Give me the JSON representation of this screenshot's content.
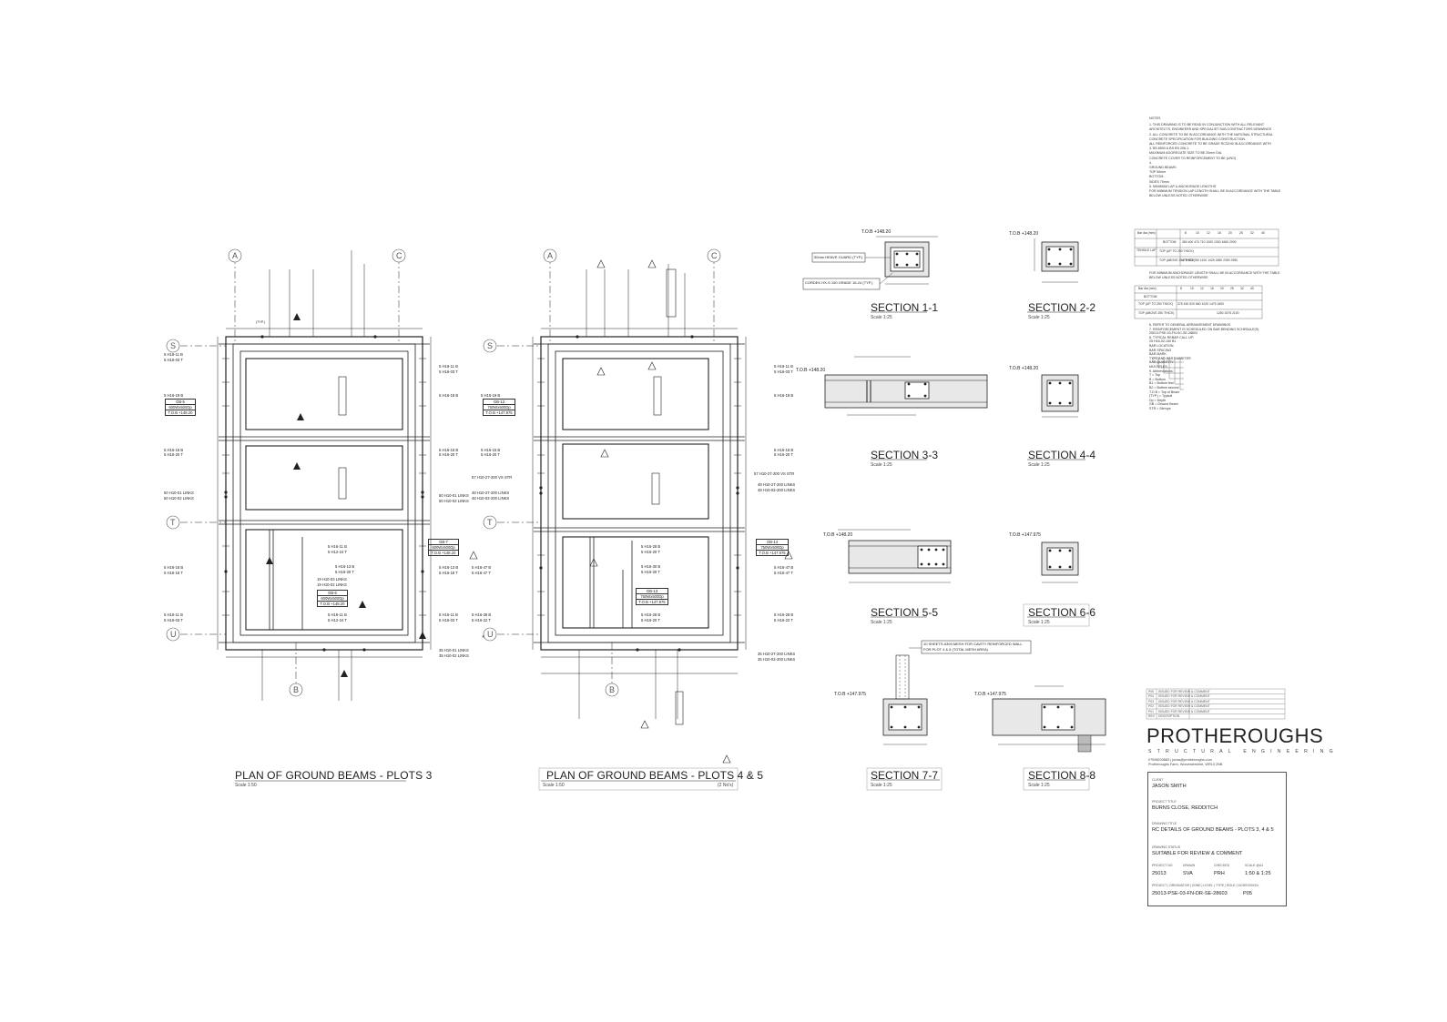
{
  "drawing": {
    "plan_left": {
      "title": "PLAN OF GROUND BEAMS - PLOTS 3",
      "scale": "Scale 1:50",
      "grid_top": [
        "A",
        "C"
      ],
      "grid_bottom": [
        "B"
      ],
      "grid_side": [
        "S",
        "T",
        "U"
      ],
      "callouts": [
        {
          "id": "gb5",
          "name": "GB-5",
          "size": "600Wx500Dp",
          "tob": "T.O.B +148.20"
        },
        {
          "id": "gb7",
          "name": "GB-7",
          "size": "600Wx500Dp",
          "tob": "T.O.B +148.20"
        },
        {
          "id": "gb6",
          "name": "GB-6",
          "size": "600Wx500Dp",
          "tob": "T.O.B +148.20"
        }
      ],
      "left_labels": [
        "5 H16-11 B",
        "5 H16-03 T",
        "5 H16-19 B",
        "5 H16-15 B",
        "5 H16-20 T",
        "50 H10-01 LINKS",
        "50 H10-02 LINKS",
        "5 H16-16 B",
        "5 H16-16 T",
        "5 H16-11 B",
        "5 H16-03 T"
      ],
      "right_labels": [
        "5 H16-11 B",
        "5 H16-03 T",
        "5 H16-18 B",
        "5 H16-15 B",
        "5 H16-20 T",
        "50 H10-01 LINKS",
        "50 H10-02 LINKS",
        "5 H16-13 B",
        "5 H16-18 T",
        "5 H16-11 B",
        "5 H16-03 T",
        "35 H10-01 LINKS",
        "35 H10-02 LINKS"
      ],
      "inner_labels": [
        "5 H16-11 B",
        "5 H12-24 T",
        "5 H16-13 B",
        "5 H16-20 T",
        "19 H10-03 LINKS",
        "19 H10-02 LINKS",
        "5 H16-11 B",
        "5 H12-24 T"
      ],
      "dim_label": "(TYP.)"
    },
    "plan_right": {
      "title": "PLAN OF GROUND BEAMS - PLOTS 4 & 5",
      "scale": "Scale 1:50",
      "sheet_ref": "(2 No's)",
      "grid_top": [
        "A",
        "C"
      ],
      "grid_bottom": [
        "B"
      ],
      "grid_side": [
        "S",
        "T",
        "U"
      ],
      "callouts": [
        {
          "id": "gb12",
          "name": "GB-12",
          "size": "750Wx500Dp",
          "tob": "T.O.B +147.975"
        },
        {
          "id": "gb14",
          "name": "GB-14",
          "size": "750Wx500Dp",
          "tob": "T.O.B +147.975"
        },
        {
          "id": "gb13",
          "name": "GB-13",
          "size": "750Wx500Dp",
          "tob": "T.O.B +147.975"
        }
      ],
      "left_labels": [
        "5 H16-19 B",
        "5 H16-15 B",
        "5 H16-20 T",
        "57 H10-27-200 VS STR",
        "48 H10-27-200 LINKS",
        "48 H10-02-200 LINKS",
        "5 H16-47 B",
        "5 H16-47 T",
        "5 H16-28 B",
        "5 H16-22 T"
      ],
      "right_labels": [
        "5 H16-11 B",
        "5 H16-03 T",
        "5 H16-19 B",
        "5 H16-15 B",
        "5 H16-20 T",
        "57 H10-27-200 VS STR",
        "48 H10-27-200 LINKS",
        "48 H10-02-200 LINKS",
        "5 H16-47 B",
        "5 H16-47 T",
        "5 H16-28 B",
        "5 H16-22 T",
        "35 H10-27-200 LINKS",
        "35 H10-02-200 LINKS"
      ],
      "inner_labels": [
        "5 H16-28 B",
        "5 H16-20 T",
        "5 H16-30 B",
        "5 H16-20 T",
        "5 H16-28 B",
        "5 H16-20 T"
      ]
    },
    "sections": [
      {
        "id": "s11",
        "title": "SECTION 1-1",
        "scale": "Scale 1:25",
        "level": "T.O.B +148.20",
        "notes": [
          "50mm HEAVE GUARD (TYP.)",
          "CORDEK HX-S 150 GRADE 16-24 (TYP.)"
        ]
      },
      {
        "id": "s22",
        "title": "SECTION 2-2",
        "scale": "Scale 1:25",
        "level": "T.O.B +148.20"
      },
      {
        "id": "s33",
        "title": "SECTION 3-3",
        "scale": "Scale 1:25",
        "level": "T.O.B +148.20"
      },
      {
        "id": "s44",
        "title": "SECTION 4-4",
        "scale": "Scale 1:25",
        "level": "T.O.B +148.20"
      },
      {
        "id": "s55",
        "title": "SECTION 5-5",
        "scale": "Scale 1:25",
        "level": "T.O.B +148.20"
      },
      {
        "id": "s66",
        "title": "SECTION 6-6",
        "scale": "Scale 1:25",
        "level": "T.O.B +147.975"
      },
      {
        "id": "s77",
        "title": "SECTION 7-7",
        "scale": "Scale 1:25",
        "level": "T.O.B +147.975",
        "notes": [
          "10 SHEETS A393 MESH FOR CAVITY REINFORCED WALL",
          "FOR PLOT 4 & 5 (TOTAL MESH AREA)"
        ]
      },
      {
        "id": "s88",
        "title": "SECTION 8-8",
        "scale": "Scale 1:25",
        "level": "T.O.B +147.975"
      }
    ],
    "notes": {
      "heading": "NOTES",
      "lines": [
        "1.  THIS DRAWING IS TO BE READ IN CONJUNCTION WITH ALL RELEVANT",
        "     ARCHITECTS, ENGINEERS AND SPECIALIST SUB-CONTRACTORS DRAWINGS",
        "2.  ALL CONCRETE TO BE IN ACCORDANCE WITH THE NATIONAL STRUCTURAL",
        "     CONCRETE SPECIFICATION FOR BUILDING CONSTRUCTION.",
        "     ALL REINFORCED CONCRETE TO BE GRADE RC32/40 IN ACCORDANCE WITH",
        "3.  BS 8500 & BS EN 206-1.",
        "     MAXIMUM AGGREGATE SIZE TO BE 20mm DIA.",
        "     CONCRETE COVER TO REINFORCEMENT TO BE (UNO)",
        "4.",
        "         GROUND BEAMS",
        "               TOP          50mm",
        "               BOTTOM     -",
        "               SIDES        75mm",
        "5.  MINIMUM LAP & ANCHORAGE LENGTHS",
        "",
        "FOR MINIMUM TENSION LAP LENGTH SHALL BE IN ACCORDANCE WITH THE TABLE",
        "BELOW UNLESS NOTED OTHERWISE"
      ],
      "lines2": [
        "FOR MINIMUM ANCHORAGE LENGTH SHALL BE IN ACCORDANCE WITH THE TABLE",
        "BELOW UNLESS NOTED OTHERWISE"
      ],
      "lines3": [
        "6.  REFER TO GENERAL ARRANGEMENT DRAWINGS",
        "",
        "7.  REINFORCEMENT IS SCHEDULED ON BAR BENDING SCHEDULE(S)",
        "     25013-PSE-03-FN-SC-SE-28603",
        "8.  TYPICAL REBAR CALL UP:",
        "",
        "     25 H16-02-150 B1",
        "",
        "                                       BAR LOCATION",
        "                                       BAR SPACING",
        "                                       BAR MARK",
        "                                       TYPE AND BAR DIAMETER",
        "                                       BAR QUANTITY",
        "                                       MULTIPLES",
        "",
        "9.  Abbreviations:",
        "",
        "     T      = Top",
        "     B      = Bottom",
        "     B1     = Bottom  first",
        "     B2     = Bottom  second",
        "     T.O.B  = Top of Beam",
        "     (TYP.) = Typical",
        "     Dp     = Depth",
        "     GB     = Ground Beam",
        "     STR    = Stirrups"
      ],
      "table1_head": [
        "Bar dia (mm)",
        "8",
        "10",
        "12",
        "16",
        "20",
        "25",
        "32",
        "40"
      ],
      "table1_rows": [
        [
          "TENSILE LAP",
          "BOTTOM",
          "360",
          "400",
          "470",
          "710",
          "1000",
          "1300",
          "1660",
          "2000"
        ],
        [
          "",
          "TOP (UP TO 250 THICK)",
          "",
          "",
          "",
          "",
          "",
          "",
          "",
          ""
        ],
        [
          "",
          "TOP (ABOVE 250 THICK)",
          "475",
          "575",
          "750",
          "1100",
          "1425",
          "1850",
          "2350",
          "2950"
        ]
      ],
      "table2_head": [
        "Bar dia (mm)",
        "8",
        "10",
        "12",
        "16",
        "20",
        "25",
        "32",
        "40"
      ],
      "table2_rows": [
        [
          "BOTTOM",
          "",
          "",
          "",
          "",
          "",
          "",
          "",
          ""
        ],
        [
          "TOP (UP TO 250 THICK)",
          "375",
          "430",
          "520",
          "660",
          "1020",
          "1475",
          "1600",
          ""
        ],
        [
          "TOP (ABOVE 250 THICK)",
          "",
          "",
          "",
          "",
          "1250",
          "1575",
          "2100",
          ""
        ]
      ]
    }
  },
  "revisions": [
    {
      "rev": "P05",
      "desc": "ISSUED FOR REVIEW & COMMENT"
    },
    {
      "rev": "P04",
      "desc": "ISSUED FOR REVIEW & COMMENT"
    },
    {
      "rev": "P03",
      "desc": "ISSUED FOR REVIEW & COMMENT"
    },
    {
      "rev": "P02",
      "desc": "ISSUED FOR REVIEW & COMMENT"
    },
    {
      "rev": "P01",
      "desc": "ISSUED FOR REVIEW & COMMENT"
    },
    {
      "rev": "REV",
      "desc": "DESCRIPTION"
    }
  ],
  "titleblock": {
    "company": "PROTHEROUGHS",
    "company_sub": "STRUCTURAL ENGINEERING",
    "contact_1": "07598203883 | jonas@protheroughs.com",
    "contact_2": "Protheroughs Farm, Worcestershire, WR10 2NB",
    "client_label": "CLIENT",
    "client": "JASON SMITH",
    "project_label": "PROJECT TITLE",
    "project": "BURNS CLOSE, REDDITCH",
    "drawing_label": "DRAWING TITLE",
    "drawing_title": "RC DETAILS OF GROUND BEAMS - PLOTS 3, 4 & 5",
    "status_label": "DRAWING STATUS",
    "status": "SUITABLE FOR REVIEW & COMMENT",
    "project_no_label": "PROJECT No.",
    "project_no": "25013",
    "drawn_label": "DRAWN",
    "drawn": "SVA",
    "checked_label": "CHECKED",
    "checked": "PRH",
    "scale_label": "SCALE @A1",
    "scale": "1:50 & 1:25",
    "number_label": "PROJECT | ORIGINATOR | ZONE | LEVEL | TYPE | ROLE | NO.",
    "number": "25013-PSE-03-FN-DR-SE-28603",
    "revision_label": "REVISION",
    "revision": "P05"
  }
}
